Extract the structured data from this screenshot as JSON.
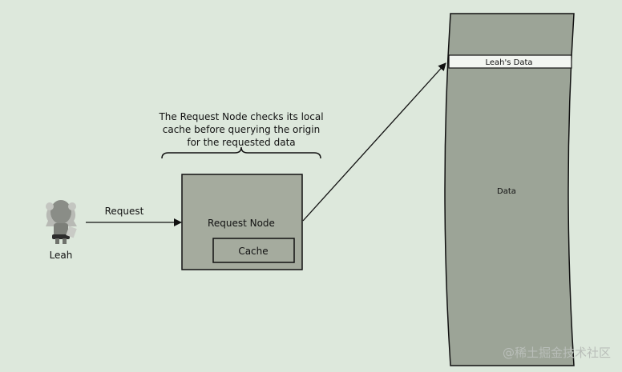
{
  "user": {
    "name": "Leah"
  },
  "edges": {
    "request_label": "Request"
  },
  "annotation": {
    "lines": [
      "The Request Node checks its local",
      "cache before querying the origin",
      "for the requested data"
    ]
  },
  "request_node": {
    "label": "Request Node",
    "cache_label": "Cache"
  },
  "data_store": {
    "highlight_label": "Leah's Data",
    "label": "Data"
  },
  "watermark": "@稀土掘金技术社区",
  "colors": {
    "background": "#dde8dc",
    "node_fill": "#a5ab9e",
    "store_fill": "#9ca497",
    "highlight_fill": "#f3f6f1",
    "stroke": "#111111"
  }
}
